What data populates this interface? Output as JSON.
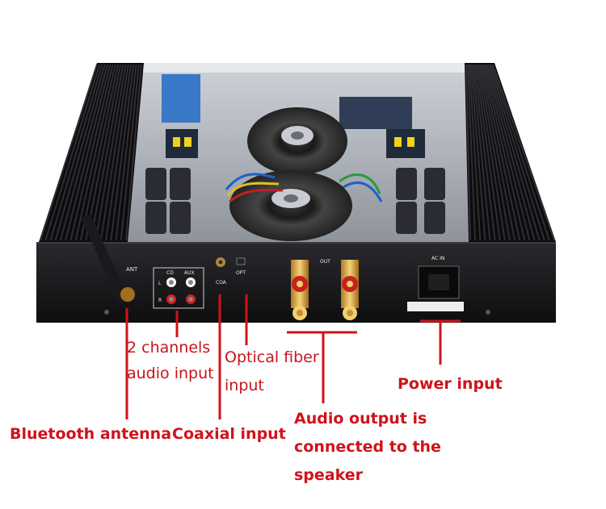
{
  "panel": {
    "ant": "ANT",
    "cd": "CD",
    "aux": "AUX",
    "l": "L",
    "r": "R",
    "coa": "COA",
    "opt": "OPT",
    "out": "OUT",
    "acin": "AC IN"
  },
  "labels": {
    "two_channels_line1": "2 channels",
    "two_channels_line2": "audio input",
    "optical_line1": "Optical fiber",
    "optical_line2": "input",
    "power_input": "Power input",
    "bluetooth_antenna": "Bluetooth antenna",
    "coaxial_input": "Coaxial input",
    "audio_output_line1": "Audio output is",
    "audio_output_line2": "connected to the",
    "audio_output_line3": "speaker"
  },
  "colors": {
    "annotation_red": "#d0121a",
    "chassis": "#141416",
    "heatsink": "#0c0c0e"
  }
}
